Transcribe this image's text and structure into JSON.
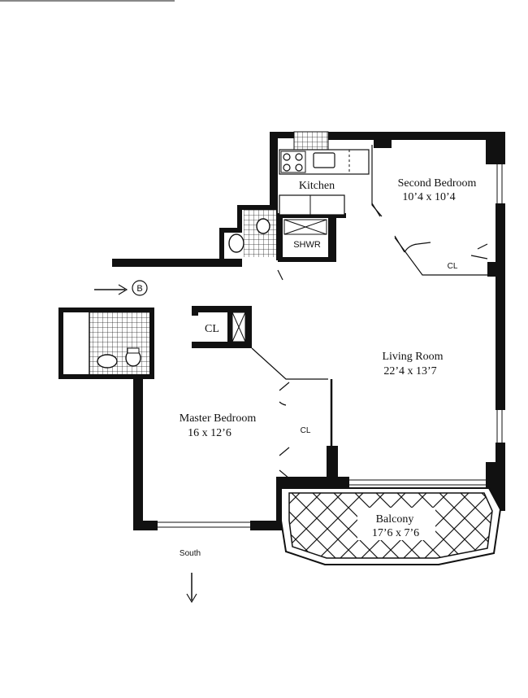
{
  "rooms": {
    "kitchen": {
      "name": "Kitchen"
    },
    "second_bedroom": {
      "name": "Second Bedroom",
      "dims": "10’4 x 10’4"
    },
    "living_room": {
      "name": "Living Room",
      "dims": "22’4 x 13’7"
    },
    "master_bedroom": {
      "name": "Master Bedroom",
      "dims": "16 x 12’6"
    },
    "balcony": {
      "name": "Balcony",
      "dims": "17’6 x 7’6"
    }
  },
  "labels": {
    "shower": "SHWR",
    "closet_second": "CL",
    "closet_master_top": "CL",
    "closet_master_side": "CL",
    "entry_marker": "B",
    "compass": "South"
  },
  "colors": {
    "ink": "#111111",
    "paper": "#ffffff"
  }
}
